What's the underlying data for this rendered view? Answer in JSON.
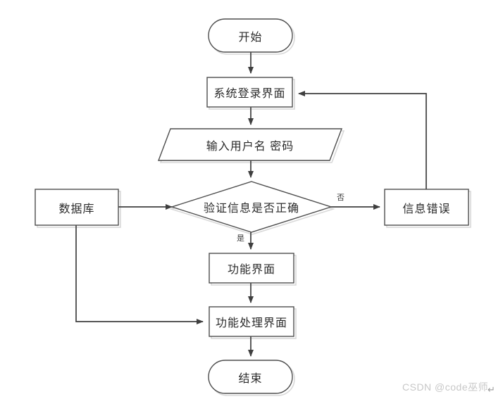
{
  "diagram": {
    "type": "flowchart",
    "title": "",
    "colors": {
      "node_stroke": "#4d4d4d",
      "node_fill": "#ffffff",
      "edge_stroke": "#3f3f3f",
      "shadow": "#d9d9d9",
      "text": "#2b2b2b",
      "watermark": "#c8c8c8"
    },
    "nodes": [
      {
        "id": "start",
        "label": "开始",
        "shape": "terminator"
      },
      {
        "id": "login",
        "label": "系统登录界面",
        "shape": "process"
      },
      {
        "id": "input",
        "label": "输入用户名 密码",
        "shape": "parallelogram"
      },
      {
        "id": "verify",
        "label": "验证信息是否正确",
        "shape": "decision"
      },
      {
        "id": "database",
        "label": "数据库",
        "shape": "process"
      },
      {
        "id": "error",
        "label": "信息错误",
        "shape": "process"
      },
      {
        "id": "func",
        "label": "功能界面",
        "shape": "process"
      },
      {
        "id": "funcproc",
        "label": "功能处理界面",
        "shape": "process"
      },
      {
        "id": "end",
        "label": "结束",
        "shape": "terminator"
      }
    ],
    "edges": [
      {
        "from": "start",
        "to": "login",
        "label": ""
      },
      {
        "from": "login",
        "to": "input",
        "label": ""
      },
      {
        "from": "input",
        "to": "verify",
        "label": ""
      },
      {
        "from": "database",
        "to": "verify",
        "label": ""
      },
      {
        "from": "verify",
        "to": "error",
        "label": "否"
      },
      {
        "from": "verify",
        "to": "func",
        "label": "是"
      },
      {
        "from": "error",
        "to": "login",
        "label": ""
      },
      {
        "from": "func",
        "to": "funcproc",
        "label": ""
      },
      {
        "from": "database",
        "to": "funcproc",
        "label": ""
      },
      {
        "from": "funcproc",
        "to": "end",
        "label": ""
      }
    ],
    "edge_labels": {
      "no": "否",
      "yes": "是"
    }
  },
  "watermark": {
    "text": "CSDN @code巫师"
  },
  "cursor": {
    "glyph": "↵"
  }
}
